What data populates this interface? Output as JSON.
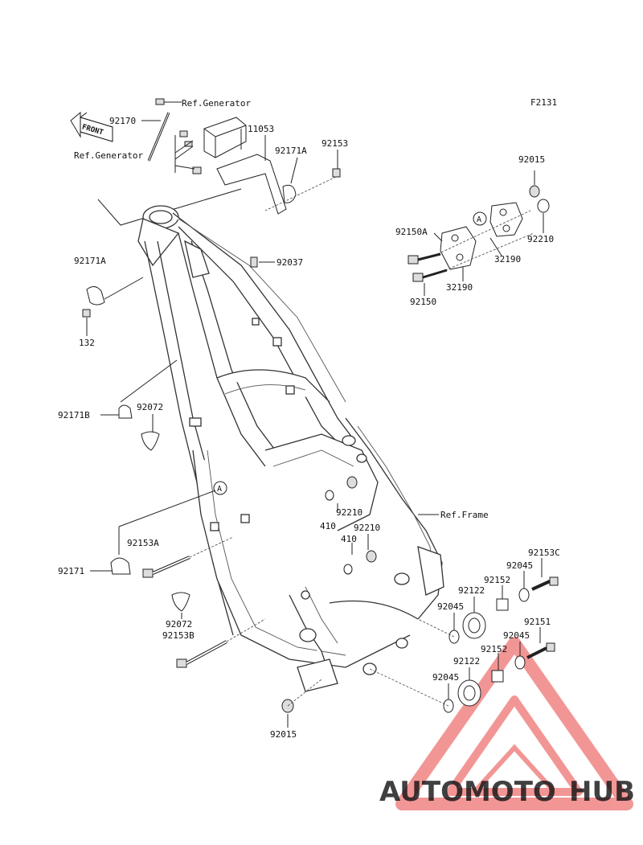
{
  "figure_id": "F2131",
  "front_label": "FRONT",
  "refs": {
    "generator_top": "Ref.Generator",
    "generator_left": "Ref.Generator",
    "frame": "Ref.Frame"
  },
  "callout_letter": "A",
  "part_numbers": {
    "p92170": "92170",
    "p11053": "11053",
    "p92171A_top": "92171A",
    "p92153_top": "92153",
    "p92171A_left": "92171A",
    "p92037": "92037",
    "p132": "132",
    "p92171B": "92171B",
    "p92072_upper": "92072",
    "p92015_top": "92015",
    "p92150A": "92150A",
    "p92210_top": "92210",
    "p32190_a": "32190",
    "p32190_b": "32190",
    "p92150": "92150",
    "p92210_mid1": "92210",
    "p410_a": "410",
    "p92210_mid2": "92210",
    "p410_b": "410",
    "p92171": "92171",
    "p92153A": "92153A",
    "p92072_lower": "92072",
    "p92153B": "92153B",
    "p92153C": "92153C",
    "p92045_a": "92045",
    "p92152_a": "92152",
    "p92122_a": "92122",
    "p92045_b": "92045",
    "p92151": "92151",
    "p92045_c": "92045",
    "p92152_b": "92152",
    "p92122_b": "92122",
    "p92045_d": "92045",
    "p92015_bottom": "92015"
  },
  "watermark": {
    "part1": "AUTOMOTO",
    "part2": "HUB",
    "color_primary": "#e8423f",
    "color_secondary": "#f5b13c",
    "color_dark": "#4a4a4a"
  }
}
